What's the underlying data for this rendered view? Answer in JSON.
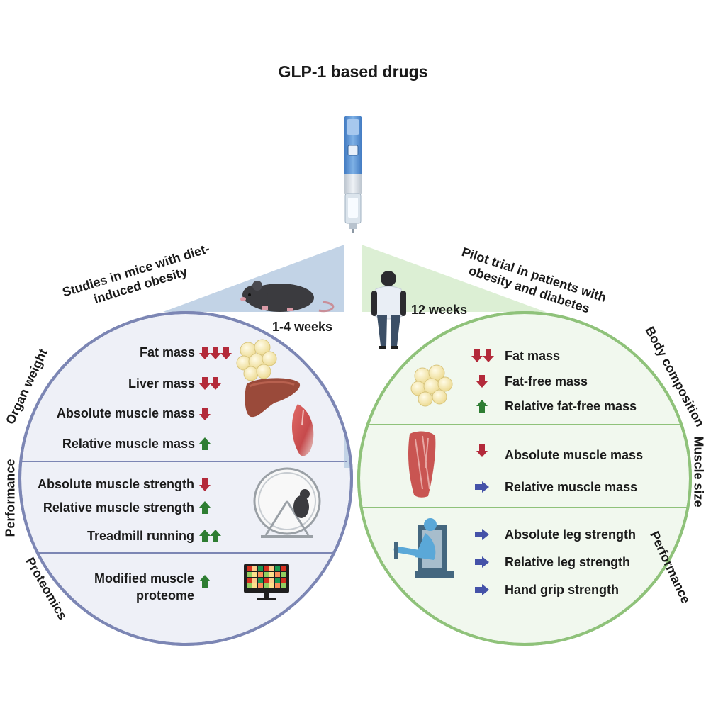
{
  "title": "GLP-1 based drugs",
  "left_panel": {
    "header": "Studies in mice with diet-induced obesity",
    "duration": "1-4 weeks",
    "sections": [
      {
        "name": "Organ weight",
        "items": [
          {
            "label": "Fat mass",
            "arrows": "down-down-down"
          },
          {
            "label": "Liver mass",
            "arrows": "down-down"
          },
          {
            "label": "Absolute muscle mass",
            "arrows": "down"
          },
          {
            "label": "Relative muscle mass",
            "arrows": "up"
          }
        ]
      },
      {
        "name": "Performance",
        "items": [
          {
            "label": "Absolute muscle strength",
            "arrows": "down"
          },
          {
            "label": "Relative muscle strength",
            "arrows": "up"
          },
          {
            "label": "Treadmill running",
            "arrows": "up-up"
          }
        ]
      },
      {
        "name": "Proteomics",
        "items": [
          {
            "label": "Modified muscle proteome",
            "arrows": "up"
          }
        ]
      }
    ]
  },
  "right_panel": {
    "header": "Pilot trial in patients with obesity and diabetes",
    "duration": "12 weeks",
    "sections": [
      {
        "name": "Body composition",
        "items": [
          {
            "label": "Fat mass",
            "arrows": "down-down"
          },
          {
            "label": "Fat-free mass",
            "arrows": "down"
          },
          {
            "label": "Relative fat-free mass",
            "arrows": "up"
          }
        ]
      },
      {
        "name": "Muscle size",
        "items": [
          {
            "label": "Absolute muscle mass",
            "arrows": "down"
          },
          {
            "label": "Relative muscle mass",
            "arrows": "right"
          }
        ]
      },
      {
        "name": "Performance",
        "items": [
          {
            "label": "Absolute leg strength",
            "arrows": "right"
          },
          {
            "label": "Relative leg strength",
            "arrows": "right"
          },
          {
            "label": "Hand grip strength",
            "arrows": "right"
          }
        ]
      }
    ]
  },
  "icons": [
    "injection-pen-icon",
    "mouse-icon",
    "person-icon",
    "fat-cells-icon",
    "liver-icon",
    "muscle-icon",
    "running-wheel-icon",
    "heatmap-monitor-icon",
    "thigh-muscle-icon",
    "leg-press-machine-icon"
  ],
  "colors": {
    "left_circle_border": "#7c86b4",
    "left_circle_fill": "#eef0f7",
    "left_wedge": "#c2d3e6",
    "right_circle_border": "#8fc27a",
    "right_circle_fill": "#f1f8ee",
    "right_wedge": "#dcefd4",
    "arrow_down": "#b32a3a",
    "arrow_up": "#2e7d32",
    "arrow_right": "#4452a8"
  }
}
